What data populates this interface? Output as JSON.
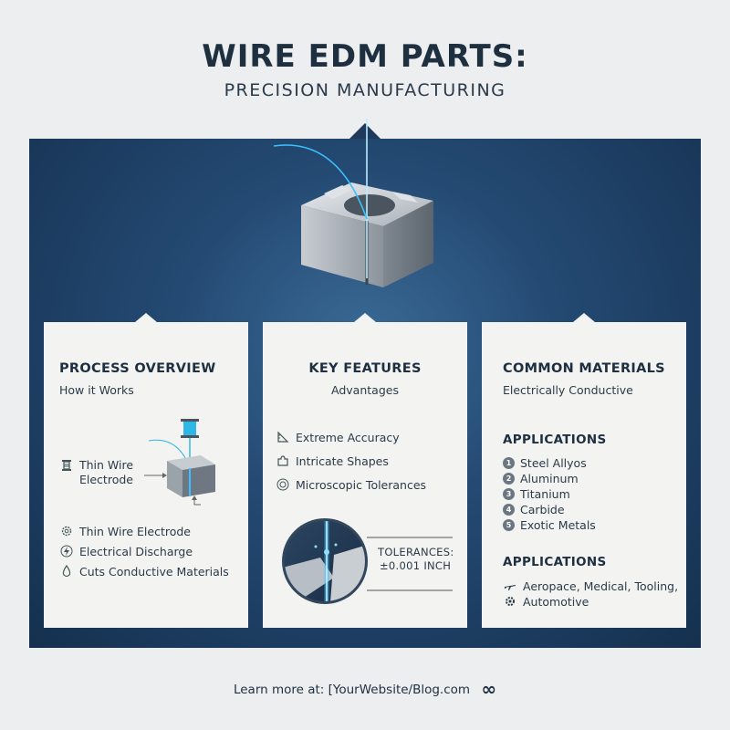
{
  "header": {
    "title": "WIRE EDM PARTS:",
    "subtitle": "PRECISION MANUFACTURING"
  },
  "cards": {
    "process": {
      "heading": "PROCESS OVERVIEW",
      "sub": "How it Works",
      "diagram_label_line1": "Thin Wire",
      "diagram_label_line2": "Electrode",
      "items": [
        {
          "icon": "gear-icon",
          "label": "Thin Wire Electrode"
        },
        {
          "icon": "lightning-icon",
          "label": "Electrical Discharge"
        },
        {
          "icon": "drop-icon",
          "label": "Cuts Conductive Materials"
        }
      ]
    },
    "features": {
      "heading": "KEY FEATURES",
      "sub": "Advantages",
      "items": [
        {
          "icon": "ruler-icon",
          "label": "Extreme Accuracy"
        },
        {
          "icon": "puzzle-icon",
          "label": "Intricate Shapes"
        },
        {
          "icon": "target-icon",
          "label": "Microscopic Tolerances"
        }
      ],
      "tolerance_line1": "TOLERANCES:",
      "tolerance_line2": "±0.001 INCH"
    },
    "materials": {
      "heading": "COMMON MATERIALS",
      "sub": "Electrically Conductive",
      "applications_heading_1": "APPLICATIONS",
      "materials_list": [
        {
          "n": "1",
          "label": "Steel Allyos"
        },
        {
          "n": "2",
          "label": "Aluminum"
        },
        {
          "n": "3",
          "label": "Titanium"
        },
        {
          "n": "4",
          "label": "Carbide"
        },
        {
          "n": "5",
          "label": "Exotic Metals"
        }
      ],
      "applications_heading_2": "APPLICATIONS",
      "applications_line1": "Aeropace, Medical, Tooling,",
      "applications_line2": "Automotive"
    }
  },
  "footer": {
    "text": "Learn more at: [YourWebsite/Blog.com",
    "symbol": "∞"
  }
}
